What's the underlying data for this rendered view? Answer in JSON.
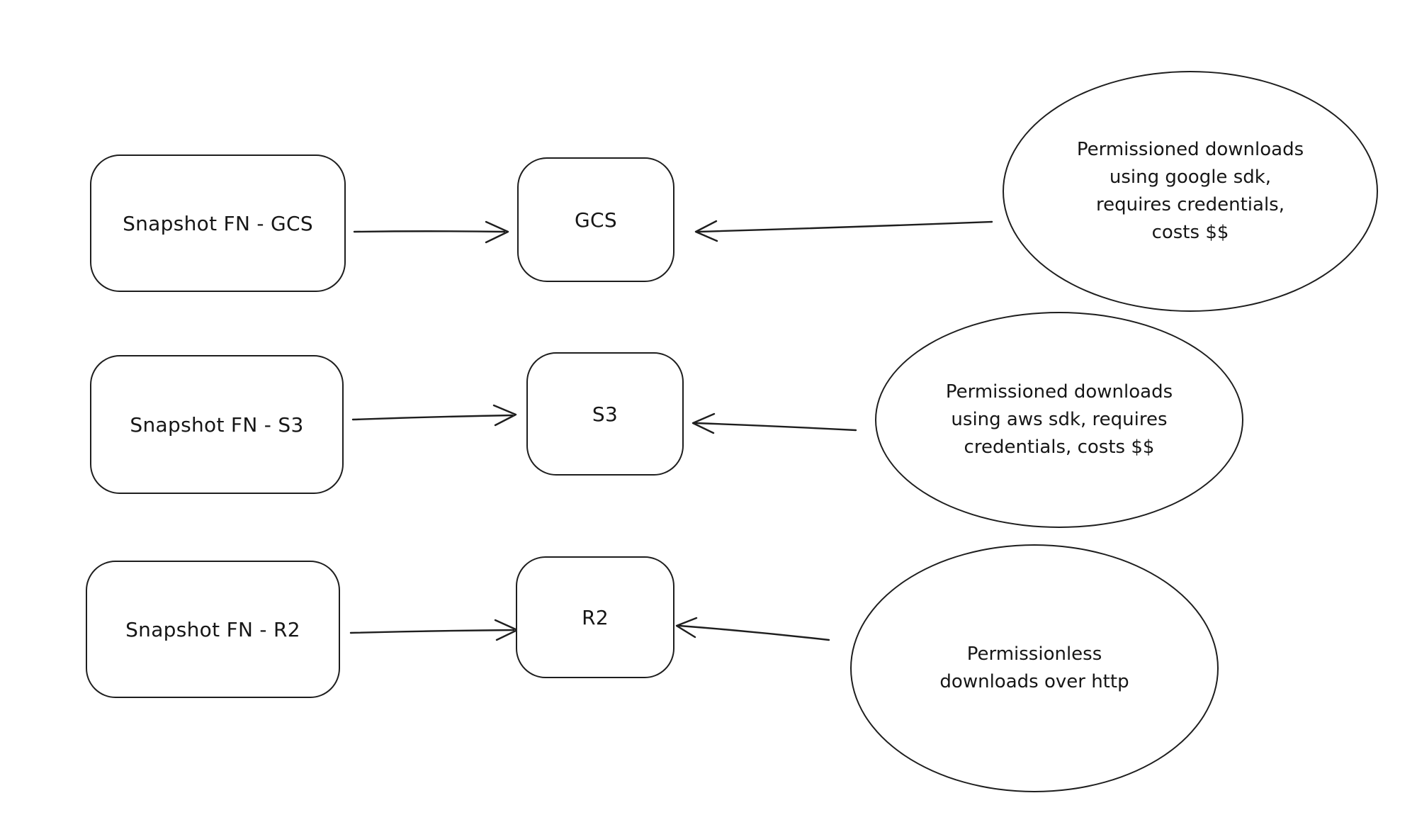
{
  "diagram": {
    "background_color": "#ffffff",
    "stroke_color": "#1e1e1e",
    "text_color": "#161616",
    "rows": [
      {
        "source_label": "Snapshot FN - GCS",
        "target_label": "GCS",
        "note": "Permissioned downloads\nusing google sdk,\nrequires credentials,\ncosts $$"
      },
      {
        "source_label": "Snapshot FN - S3",
        "target_label": "S3",
        "note": "Permissioned downloads\nusing aws sdk, requires\ncredentials, costs $$"
      },
      {
        "source_label": "Snapshot FN - R2",
        "target_label": "R2",
        "note": "Permissionless\ndownloads over http"
      }
    ]
  }
}
